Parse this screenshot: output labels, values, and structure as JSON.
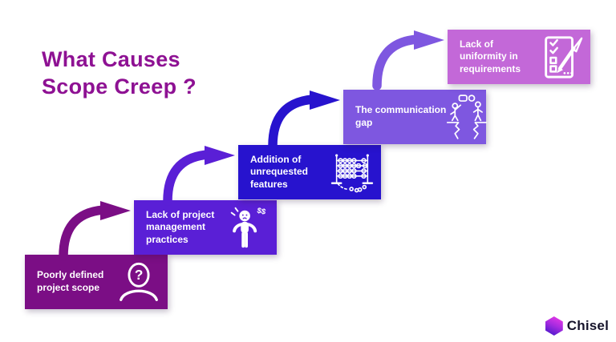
{
  "title": {
    "text": "What Causes\nScope Creep ?",
    "color": "#8E1193"
  },
  "steps": [
    {
      "label": "Poorly defined\nproject scope",
      "color": "#7B0E85",
      "icon": "person-question-icon",
      "icon_text": "?"
    },
    {
      "label": "Lack of project\nmanagement\npractices",
      "color": "#5A1FD6",
      "icon": "stressed-person-money-icon",
      "icon_text": "$$"
    },
    {
      "label": "Addition of\nunrequested\nfeatures",
      "color": "#2713CE",
      "icon": "abacus-icon",
      "icon_text": ""
    },
    {
      "label": "The communication\ngap",
      "color": "#7E57E0",
      "icon": "communication-gap-icon",
      "icon_text": ""
    },
    {
      "label": "Lack of\nuniformity in\nrequirements",
      "color": "#C368D8",
      "icon": "checklist-pencil-icon",
      "icon_text": ""
    }
  ],
  "arrows": [
    {
      "from": "Poorly defined project scope",
      "to": "Lack of project management practices",
      "color": "#7B0E85"
    },
    {
      "from": "Lack of project management practices",
      "to": "Addition of unrequested features",
      "color": "#5A1FD6"
    },
    {
      "from": "Addition of unrequested features",
      "to": "The communication gap",
      "color": "#2713CE"
    },
    {
      "from": "The communication gap",
      "to": "Lack of uniformity in requirements",
      "color": "#7E57E0"
    }
  ],
  "logo": {
    "text": "Chisel",
    "icon": "chisel-hexagon-icon",
    "text_color": "#16142B",
    "gradient": [
      "#F13BE6",
      "#A62BE0",
      "#3C16C8"
    ]
  }
}
